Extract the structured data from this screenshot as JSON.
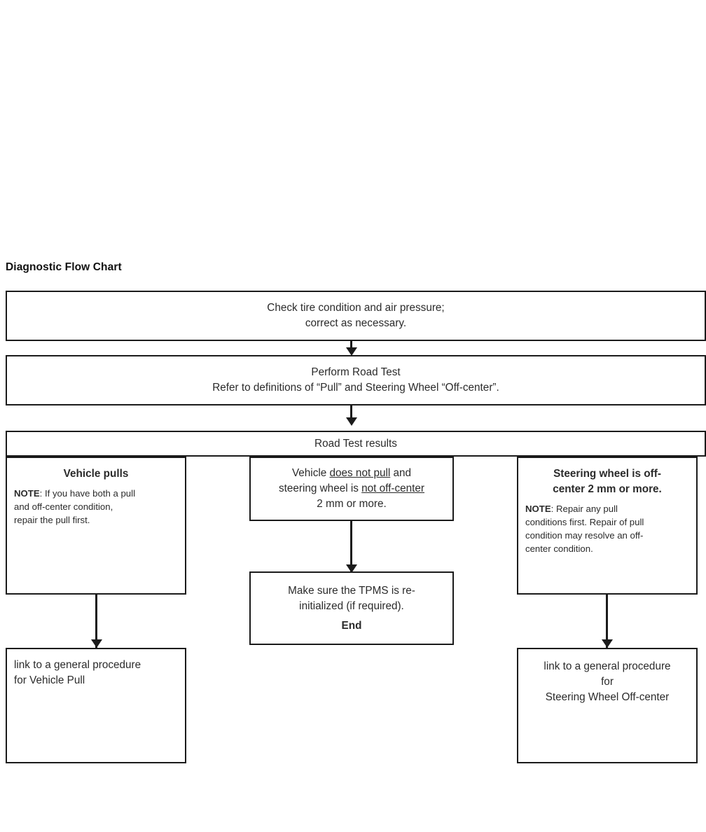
{
  "title": "Diagnostic Flow Chart",
  "diagram": {
    "type": "flowchart",
    "nodes": {
      "check_tire": {
        "name": "check-tire-condition-box",
        "lines": [
          "Check tire condition and air pressure;",
          "correct as necessary."
        ]
      },
      "road_test": {
        "name": "perform-road-test-box",
        "lines": [
          "Perform Road Test",
          "Refer to definitions of “Pull” and Steering Wheel “Off-center”."
        ]
      },
      "road_test_results": {
        "name": "road-test-results-header",
        "lines": [
          "Road Test results"
        ]
      },
      "branch_pull": {
        "name": "vehicle-pulls-branch",
        "heading": "Vehicle pulls",
        "note_label": "NOTE",
        "note_body": ": If you have both a pull and off-center condition, repair the pull first.",
        "note_lines": [
          ": If you have both a pull",
          "and off-center condition,",
          "repair the pull first."
        ]
      },
      "branch_no_pull": {
        "name": "no-pull-no-offcenter-branch",
        "line1_a": "Vehicle ",
        "line1_u": "does not pull",
        "line1_b": " and",
        "line2_a": "steering wheel is ",
        "line2_u": "not off-center",
        "line3": "2 mm or more."
      },
      "branch_offcenter": {
        "name": "steering-wheel-offcenter-branch",
        "heading_line1": "Steering wheel is off-",
        "heading_line2": "center 2 mm or more.",
        "note_label": "NOTE",
        "note_lines": [
          ": Repair any pull",
          "conditions first. Repair of pull",
          "condition may resolve an off-",
          "center condition."
        ]
      },
      "tpms_end": {
        "name": "tpms-reinitialize-end-box",
        "lines": [
          "Make sure the TPMS is re-",
          "initialized (if required)."
        ],
        "end_label": "End"
      },
      "link_vehicle_pull": {
        "name": "link-vehicle-pull-procedure-box",
        "lines": [
          "link to a general procedure",
          "for  Vehicle Pull"
        ]
      },
      "link_offcenter": {
        "name": "link-steering-wheel-offcenter-procedure-box",
        "lines": [
          "link to a general procedure",
          "for",
          "Steering Wheel Off-center"
        ]
      }
    },
    "connectors": [
      {
        "name": "connector-check-to-roadtest",
        "from": "check_tire",
        "to": "road_test"
      },
      {
        "name": "connector-roadtest-to-results",
        "from": "road_test",
        "to": "road_test_results"
      },
      {
        "name": "connector-nopull-to-tpms",
        "from": "branch_no_pull",
        "to": "tpms_end"
      },
      {
        "name": "connector-pull-to-link",
        "from": "branch_pull",
        "to": "link_vehicle_pull"
      },
      {
        "name": "connector-offcenter-to-link",
        "from": "branch_offcenter",
        "to": "link_offcenter"
      }
    ]
  },
  "colors": {
    "stroke": "#1b1b1b",
    "text": "#2b2b2b",
    "background": "#ffffff"
  }
}
